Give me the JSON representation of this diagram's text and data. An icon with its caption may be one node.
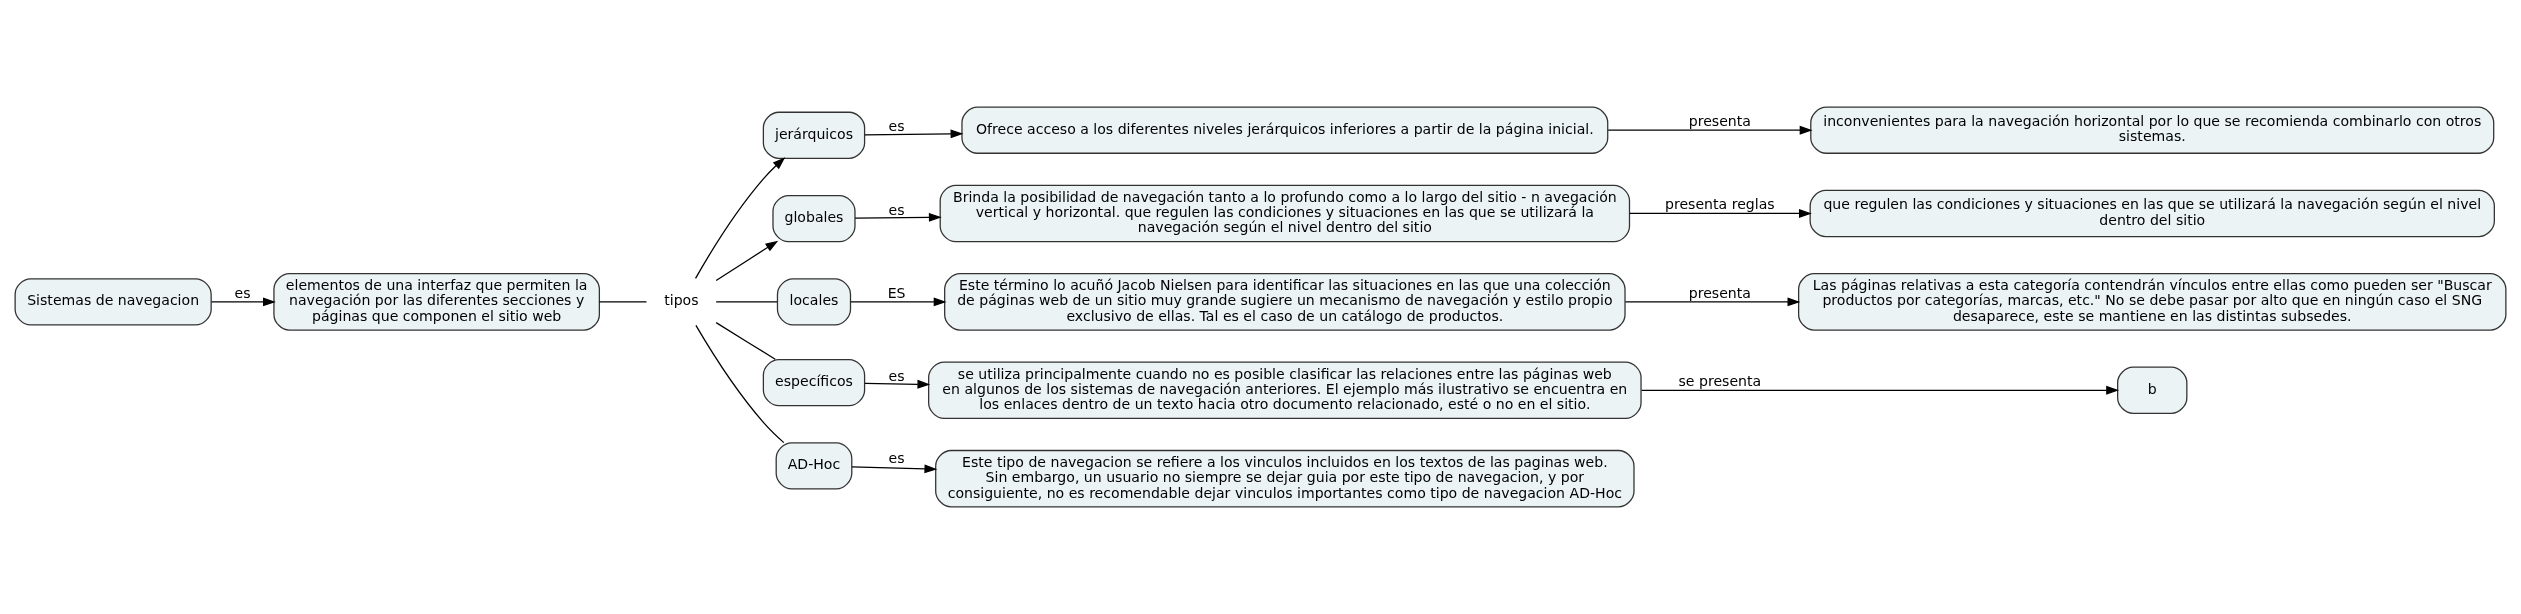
{
  "diagram": {
    "nodes": [
      {
        "text": [
          "Sistemas de navegacion"
        ]
      },
      {
        "text": [
          "elementos de una interfaz que permiten la navegación por las diferentes secciones y páginas que componen el sitio web"
        ]
      },
      {
        "text": [
          "tipos"
        ]
      },
      {
        "text": [
          "jerárquicos"
        ]
      },
      {
        "text": [
          "Ofrece acceso a los diferentes niveles jerárquicos inferiores a partir de la página inicial."
        ]
      },
      {
        "text": [
          "inconvenientes para la navegación horizontal por lo que se recomienda combinarlo con otros sistemas."
        ]
      },
      {
        "text": [
          "globales"
        ]
      },
      {
        "text": [
          "Brinda la posibilidad de navegación tanto a lo profundo como a lo largo del sitio - n avegación vertical y horizontal. que regulen las condiciones y situaciones en las que se utilizará la navegación según el nivel dentro del sitio"
        ]
      },
      {
        "text": [
          "que regulen las condiciones y situaciones en las que se utilizará la navegación según el nivel dentro del sitio"
        ]
      },
      {
        "text": [
          "locales"
        ]
      },
      {
        "text": [
          "Este término lo acuñó Jacob Nielsen para identificar las situaciones en las que una colección de páginas web de un sitio muy grande sugiere un mecanismo de navegación y estilo propio exclusivo de ellas. Tal es el caso de un catálogo de productos."
        ]
      },
      {
        "text": [
          "Las páginas relativas a esta categoría contendrán vínculos entre ellas como pueden ser \"Buscar productos por categorías, marcas, etc.\" No se debe pasar por alto que en ningún caso el SNG desaparece, este se mantiene en las distintas subsedes."
        ]
      },
      {
        "text": [
          "específicos"
        ]
      },
      {
        "text": [
          "se utiliza principalmente cuando no es posible clasificar las relaciones entre las páginas web en algunos de los sistemas de navegación anteriores. El ejemplo más ilustrativo se encuentra en los enlaces dentro de un texto hacia otro documento relacionado, esté o no en el sitio."
        ]
      },
      {
        "text": [
          "b"
        ]
      },
      {
        "text": [
          "AD-Hoc"
        ]
      },
      {
        "text": [
          "Este tipo de navegacion se refiere a los vinculos incluidos en los textos de las paginas web. Sin embargo, un usuario no siempre se dejar guia por este tipo de navegacion, y por consiguiente, no es recomendable dejar vinculos importantes como tipo de navegacion AD-Hoc"
        ]
      }
    ],
    "edges": [
      {
        "from": 0,
        "to": 1,
        "arrow": "to",
        "label": "es"
      },
      {
        "from": 1,
        "to": 2,
        "arrow": "none"
      },
      {
        "from": 2,
        "to": 3,
        "arrow": "to"
      },
      {
        "from": 2,
        "to": 6,
        "arrow": "to"
      },
      {
        "from": 2,
        "to": 9,
        "arrow": "none"
      },
      {
        "from": 2,
        "to": 12,
        "arrow": "none"
      },
      {
        "from": 2,
        "to": 15,
        "arrow": "none"
      },
      {
        "from": 3,
        "to": 4,
        "arrow": "to",
        "label": "es"
      },
      {
        "from": 4,
        "to": 5,
        "arrow": "to",
        "label": "presenta"
      },
      {
        "from": 6,
        "to": 7,
        "arrow": "to",
        "label": "es"
      },
      {
        "from": 7,
        "to": 8,
        "arrow": "to",
        "label": "presenta reglas"
      },
      {
        "from": 9,
        "to": 10,
        "arrow": "to",
        "label": "ES"
      },
      {
        "from": 10,
        "to": 11,
        "arrow": "to",
        "label": "presenta"
      },
      {
        "from": 12,
        "to": 13,
        "arrow": "to",
        "label": "es"
      },
      {
        "from": 13,
        "to": 14,
        "arrow": "to",
        "label": "se presenta"
      },
      {
        "from": 15,
        "to": 16,
        "arrow": "to",
        "label": "es"
      }
    ]
  }
}
